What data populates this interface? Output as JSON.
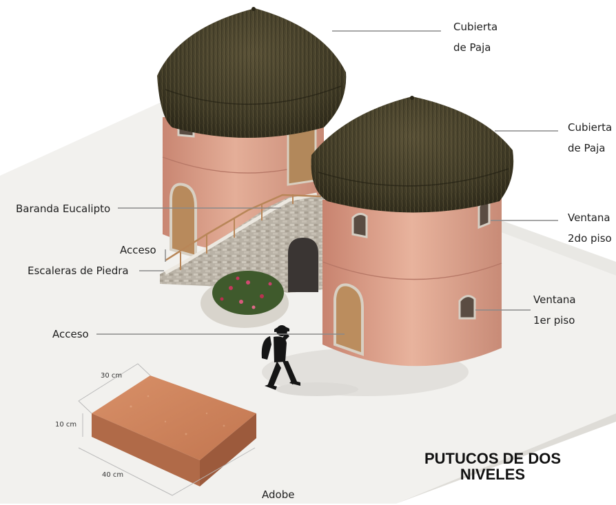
{
  "title": "PUTUCOS DE DOS NIVELES",
  "labels": {
    "roof_left": [
      "Cubierta",
      "de Paja"
    ],
    "roof_right": [
      "Cubierta",
      "de Paja"
    ],
    "window_2nd": [
      "Ventana",
      "2do piso"
    ],
    "window_1st": [
      "Ventana",
      "1er piso"
    ],
    "railing": "Baranda Eucalipto",
    "access_upper": "Acceso",
    "stairs": "Escaleras de Piedra",
    "access_lower": "Acceso"
  },
  "adobe": {
    "caption": "Adobe",
    "width": "30 cm",
    "height": "10 cm",
    "length": "40 cm"
  },
  "colors": {
    "wall": "#d9a08c",
    "thatch": "#3f3a26",
    "adobe": "#c97c55",
    "ground": "#f2f1ee",
    "leader": "#8a8a8a"
  }
}
